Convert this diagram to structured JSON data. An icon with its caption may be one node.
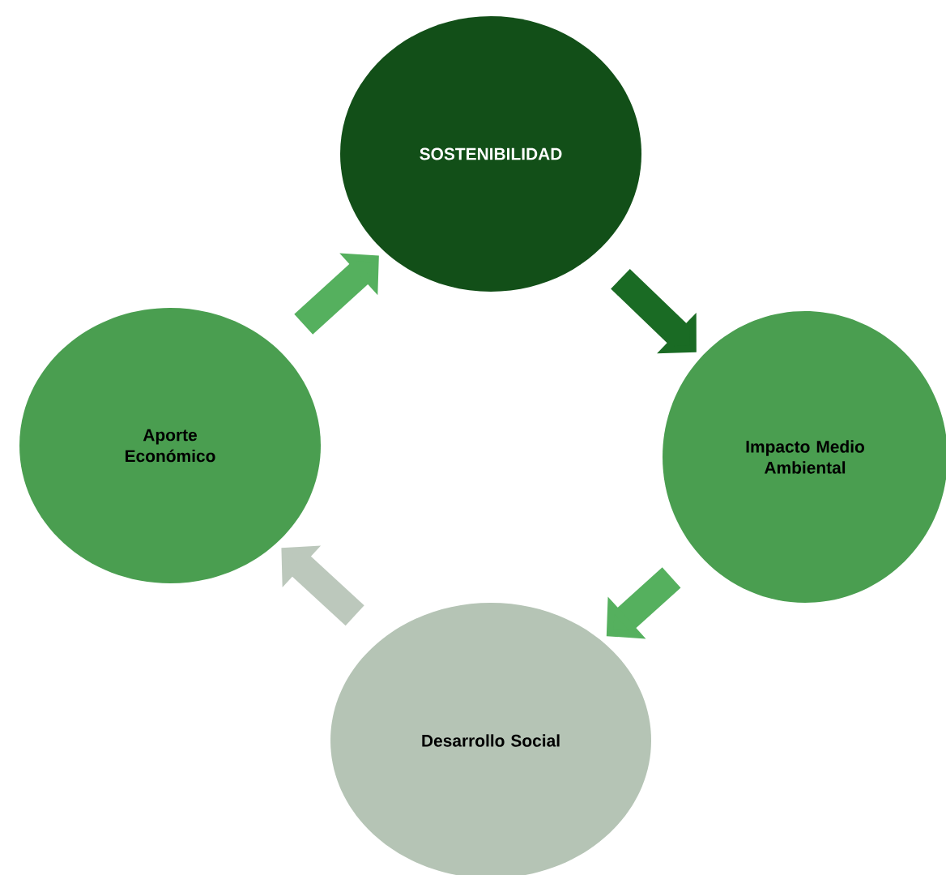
{
  "diagram": {
    "nodes": [
      {
        "text": [
          "SOSTENIBILIDAD"
        ]
      },
      {
        "text": [
          "Impacto Medio Ambiental"
        ]
      },
      {
        "text": [
          "Desarrollo Social"
        ]
      },
      {
        "text": [
          "Aporte Económico"
        ]
      }
    ],
    "edges": [
      {
        "from": 0,
        "to": 1,
        "arrow": "to",
        "color": "#1a6b24"
      },
      {
        "from": 1,
        "to": 2,
        "arrow": "to",
        "color": "#55b05e"
      },
      {
        "from": 2,
        "to": 3,
        "arrow": "to",
        "color": "#bcc8bc"
      },
      {
        "from": 3,
        "to": 0,
        "arrow": "to",
        "color": "#55b05e"
      }
    ]
  }
}
